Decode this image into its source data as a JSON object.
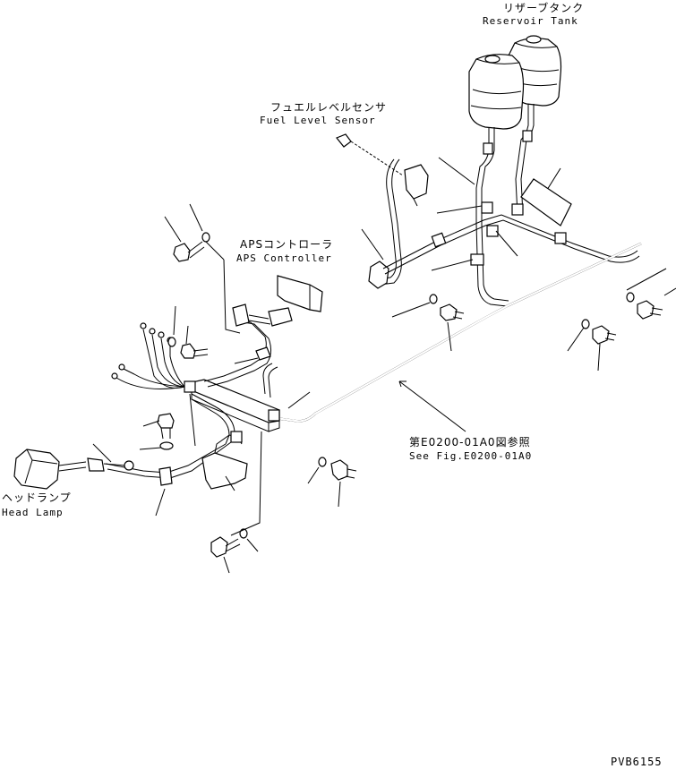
{
  "labels": {
    "reservoir_tank_jp": "リザーブタンク",
    "reservoir_tank_en": "Reservoir Tank",
    "fuel_level_sensor_jp": "フュエルレベルセンサ",
    "fuel_level_sensor_en": "Fuel Level Sensor",
    "aps_controller_jp": "APSコントローラ",
    "aps_controller_en": "APS Controller",
    "see_fig_jp": "第E0200-01A0図参照",
    "see_fig_en": "See Fig.E0200-01A0",
    "head_lamp_jp": "ヘッドランプ",
    "head_lamp_en": "Head Lamp",
    "drawing_code": "PVB6155"
  }
}
